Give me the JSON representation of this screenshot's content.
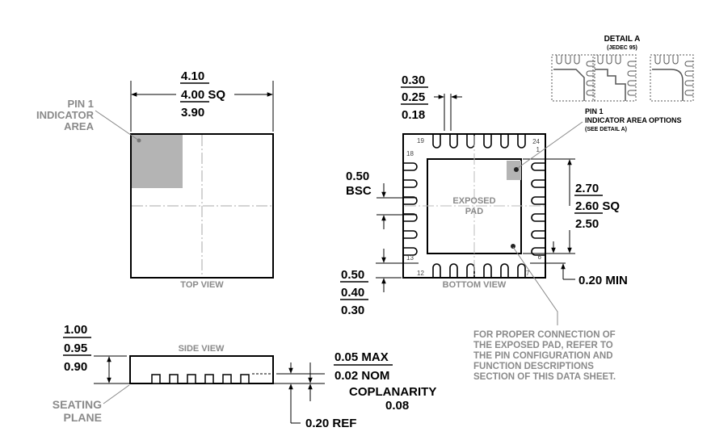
{
  "top_view": {
    "dim_max": "4.10",
    "dim_nom": "4.00 SQ",
    "dim_min": "3.90",
    "pin1_label_line1": "PIN 1",
    "pin1_label_line2": "INDICATOR",
    "pin1_label_line3": "AREA",
    "view_label": "TOP VIEW"
  },
  "bottom_view": {
    "lead_width_max": "0.30",
    "lead_width_nom": "0.25",
    "lead_width_min": "0.18",
    "pitch_line1": "0.50",
    "pitch_line2": "BSC",
    "lead_len_max": "0.50",
    "lead_len_nom": "0.40",
    "lead_len_min": "0.30",
    "pad_max": "2.70",
    "pad_nom": "2.60 SQ",
    "pad_min": "2.50",
    "pad_clearance": "0.20 MIN",
    "exposed_pad_line1": "EXPOSED",
    "exposed_pad_line2": "PAD",
    "view_label": "BOTTOM VIEW",
    "pin_numbers": {
      "p1": "1",
      "p6": "6",
      "p7": "7",
      "p12": "12",
      "p13": "13",
      "p18": "18",
      "p19": "19",
      "p24": "24"
    },
    "pin1_options_line1": "PIN 1",
    "pin1_options_line2": "INDICATOR AREA OPTIONS",
    "pin1_options_line3": "(SEE DETAIL A)"
  },
  "detail_a": {
    "title": "DETAIL A",
    "subtitle": "(JEDEC 95)"
  },
  "side_view": {
    "view_label": "SIDE VIEW",
    "height_max": "1.00",
    "height_nom": "0.95",
    "height_min": "0.90",
    "standoff_max": "0.05 MAX",
    "standoff_nom": "0.02 NOM",
    "coplanarity_label": "COPLANARITY",
    "coplanarity_value": "0.08",
    "ref": "0.20 REF",
    "seating_line1": "SEATING",
    "seating_line2": "PLANE"
  },
  "note": {
    "line1": "FOR PROPER CONNECTION OF",
    "line2": "THE EXPOSED PAD, REFER TO",
    "line3": "THE PIN CONFIGURATION AND",
    "line4": "FUNCTION DESCRIPTIONS",
    "line5": "SECTION OF THIS DATA SHEET."
  }
}
